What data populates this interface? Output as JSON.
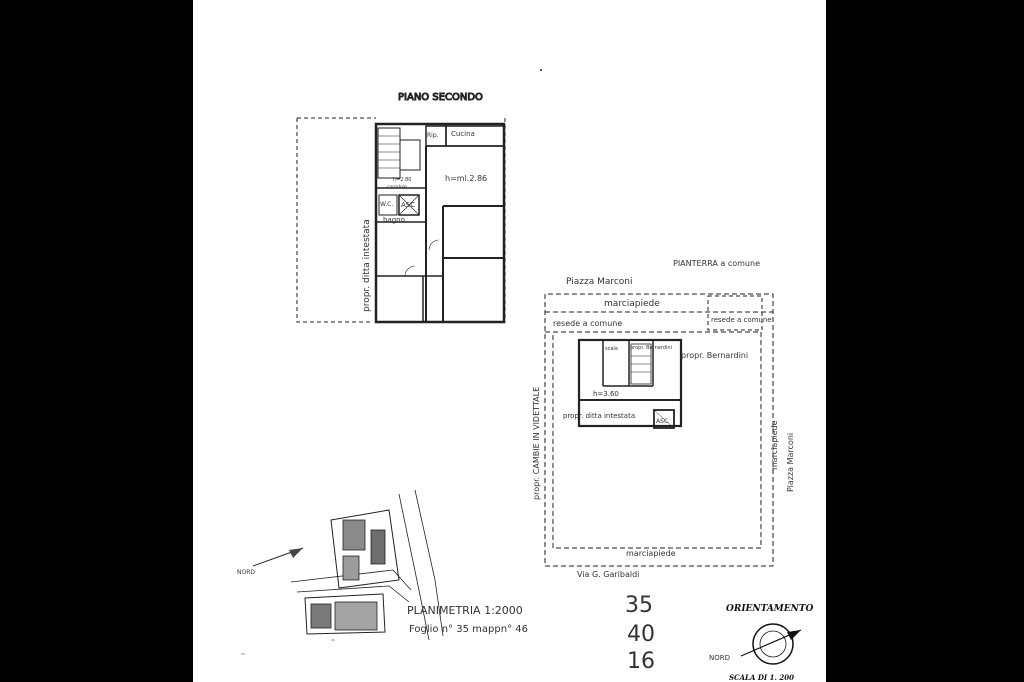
{
  "floor_plan_upper": {
    "title": "PIANO SECONDO",
    "rip": "Rip.",
    "cucina": "Cucina",
    "height": "h=ml.2.86",
    "height_small": "h=2.80",
    "corridoio": "corridoio",
    "wc": "W.C.",
    "asc": "ASC",
    "bagno": "bagno",
    "side_label": "propr. ditta intestata"
  },
  "floor_plan_ground": {
    "title": "PIANTERRA a comune",
    "piazza": "Piazza Marconi",
    "marciapiede_top": "marciapiede",
    "resede_comune": "resede a comune",
    "resede_right": "resede a comune",
    "scala": "scala",
    "propr_bernardini_small": "propr. Bernardini",
    "propr_bernardini": "propr. Bernardini",
    "height": "h=3.60",
    "propr_ditta": "propr. ditta intestata",
    "asc": "ASC",
    "left_side": "propr. CAMBIE IN VIDETTALE",
    "right_marciapiede": "marciapiede",
    "right_piazza": "Piazza Marconi",
    "bottom_marciapiede": "marciapiede",
    "street": "Via G. Garibaldi"
  },
  "planimetria": {
    "north_label": "NORD",
    "title": "PLANIMETRIA 1:2000",
    "foglio": "Foglio n° 35  mappn° 46",
    "numbers": [
      "35",
      "40",
      "16"
    ]
  },
  "orientamento": {
    "title": "ORIENTAMENTO",
    "nord": "NORD",
    "scala": "SCALA DI 1. 200"
  }
}
